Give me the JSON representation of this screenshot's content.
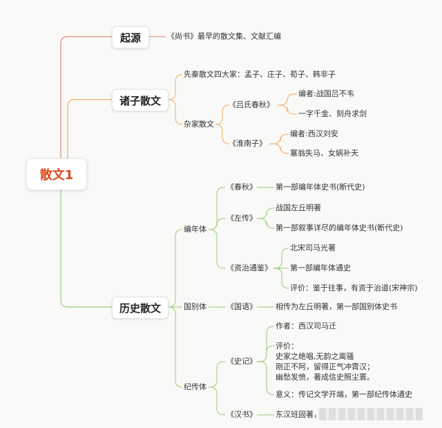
{
  "root": "散文1",
  "sections": {
    "origin": {
      "label": "起源",
      "desc": "《尚书》最早的散文集、文献汇编"
    },
    "zhuzi": {
      "label": "诸子散文",
      "pre_qin": "先秦散文四大家：孟子、庄子、荀子、韩非子",
      "zajia": "杂家散文",
      "lushi": "《吕氏春秋》",
      "lushi_editor": "编者:战国吕不韦",
      "lushi_idiom": "一字千金、刻舟求剑",
      "huainan": "《淮南子》",
      "huainan_editor": "编者:西汉刘安",
      "huainan_idiom": "塞翁失马、女娲补天"
    },
    "history": {
      "label": "历史散文",
      "biannian": "编年体",
      "chunqiu": "《春秋》",
      "chunqiu_desc": "第一部编年体史书(断代史)",
      "zuozhuan": "《左传》",
      "zuozhuan_author": "战国左丘明著",
      "zuozhuan_desc": "第一部叙事详尽的编年体史书(断代史)",
      "zizhi": "《资治通鉴》",
      "zizhi_author": "北宋司马光著",
      "zizhi_desc": "第一部编年体通史",
      "zizhi_eval": "评价：鉴于往事，有资于治道(宋神宗)",
      "guobie": "国别体",
      "guoyu": "《国语》",
      "guoyu_desc": "相传为左丘明著，第一部国别体史书",
      "jizhuan": "纪传体",
      "shiji": "《史记》",
      "shiji_author": "作者：西汉司马迁",
      "shiji_eval": "评价：\n史家之绝唱,无韵之离骚\n刚正不阿，留得正气冲霄汉；\n幽愁发愤，著成信史照尘寰。",
      "shiji_meaning": "意义：传记文学开端，第一部纪传体通史",
      "hanshu": "《汉书》",
      "hanshu_desc": "东汉班固著，"
    }
  },
  "colors": {
    "origin_branch": "#e89a8a",
    "zhuzi_branch": "#f0b87a",
    "history_branch": "#a8d38e",
    "root_text": "#d9481e"
  }
}
